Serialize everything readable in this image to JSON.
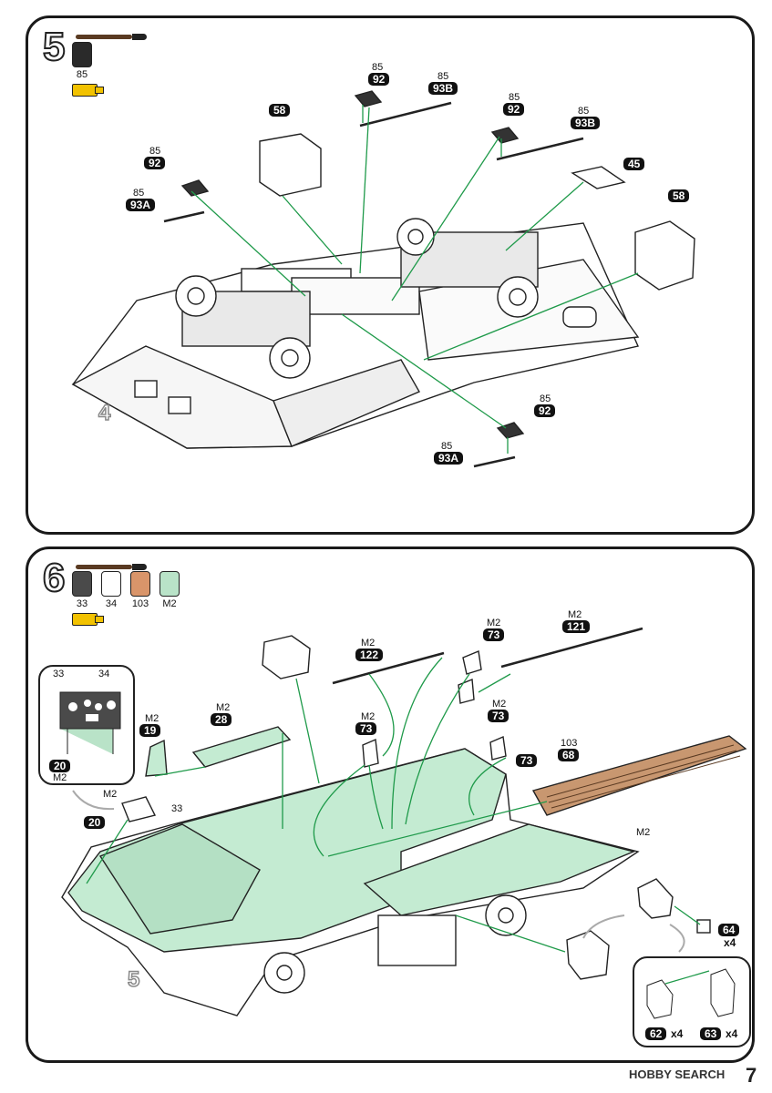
{
  "step5": {
    "number": "5",
    "paint": [
      {
        "code": "85",
        "color": "#2a2a2a"
      }
    ],
    "hull_ref": "4",
    "labels": {
      "a_code": "85",
      "a_part": "92",
      "b_code": "85",
      "b_part": "93B",
      "c_code": "85",
      "c_part": "92",
      "d_code": "85",
      "d_part": "93B",
      "e_part": "58",
      "f_code": "85",
      "f_part": "92",
      "g_code": "85",
      "g_part": "93A",
      "h_part": "45",
      "i_part": "58",
      "j_code": "85",
      "j_part": "92",
      "k_code": "85",
      "k_part": "93A"
    }
  },
  "step6": {
    "number": "6",
    "paint": [
      {
        "code": "33",
        "color": "#4a4a4a"
      },
      {
        "code": "34",
        "color": "#ffffff"
      },
      {
        "code": "103",
        "color": "#d9956a"
      },
      {
        "code": "M2",
        "color": "#b9e3c8"
      }
    ],
    "hull_ref": "5",
    "inset": {
      "top_left": "33",
      "top_right": "34",
      "part": "20",
      "paint": "M2"
    },
    "labels": {
      "p19_paint": "M2",
      "p19": "19",
      "p28_paint": "M2",
      "p28": "28",
      "p122_paint": "M2",
      "p122": "122",
      "p73a_paint": "M2",
      "p73a": "73",
      "p121_paint": "M2",
      "p121": "121",
      "p73b_paint": "M2",
      "p73b": "73",
      "p73c_paint": "M2",
      "p73c": "73",
      "p73d": "73",
      "p68_paint": "103",
      "p68": "68",
      "p20_paint": "M2",
      "p20": "20",
      "p20_extra": "33",
      "deck_paint": "M2",
      "p64": "64",
      "p64_qty": "x4",
      "p62": "62",
      "p62_qty": "x4",
      "p63": "63",
      "p63_qty": "x4"
    }
  },
  "footer": {
    "watermark": "HOBBY SEARCH",
    "page": "7"
  }
}
